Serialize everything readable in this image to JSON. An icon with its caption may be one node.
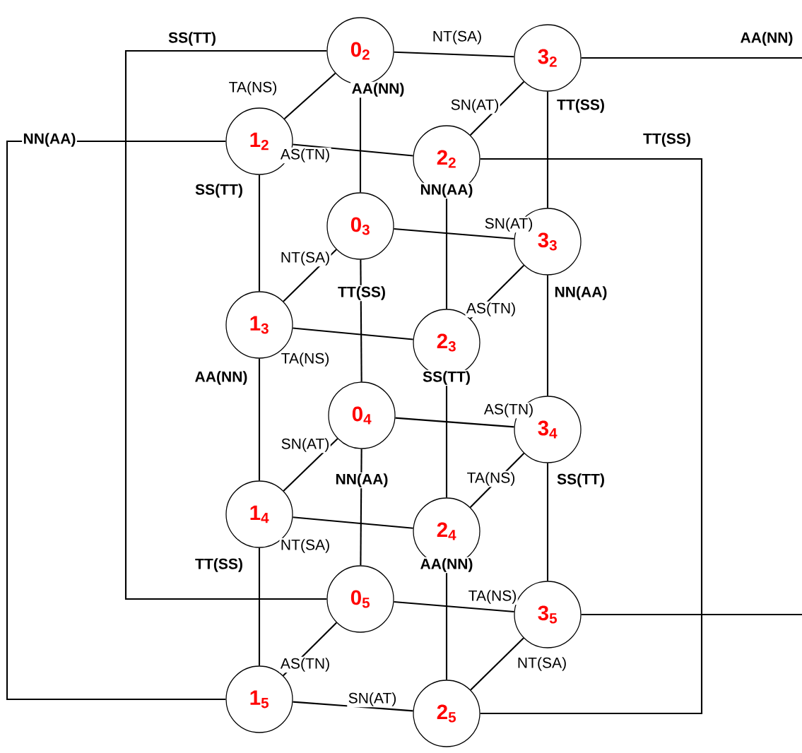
{
  "diagram": {
    "nodes": [
      {
        "text": [
          "0$_{2}$"
        ]
      },
      {
        "text": [
          "3$_{2}$"
        ]
      },
      {
        "text": [
          "1$_{2}$"
        ]
      },
      {
        "text": [
          "2$_{2}$"
        ]
      },
      {
        "text": [
          "0$_{3}$"
        ]
      },
      {
        "text": [
          "3$_{3}$"
        ]
      },
      {
        "text": [
          "1$_{3}$"
        ]
      },
      {
        "text": [
          "2$_{3}$"
        ]
      },
      {
        "text": [
          "0$_{4}$"
        ]
      },
      {
        "text": [
          "3$_{4}$"
        ]
      },
      {
        "text": [
          "1$_{4}$"
        ]
      },
      {
        "text": [
          "2$_{4}$"
        ]
      },
      {
        "text": [
          "0$_{5}$"
        ]
      },
      {
        "text": [
          "3$_{5}$"
        ]
      },
      {
        "text": [
          "1$_{5}$"
        ]
      },
      {
        "text": [
          "2$_{5}$"
        ]
      }
    ],
    "edges": [
      {
        "from": 0,
        "to": 1,
        "arrow": "none",
        "label": "NT(SA)"
      },
      {
        "from": 2,
        "to": 3,
        "arrow": "none",
        "label": "AS(TN)"
      },
      {
        "from": 4,
        "to": 5,
        "arrow": "none",
        "label": "SN(AT)"
      },
      {
        "from": 6,
        "to": 7,
        "arrow": "none",
        "label": "TA(NS)"
      },
      {
        "from": 8,
        "to": 9,
        "arrow": "none",
        "label": "AS(TN)"
      },
      {
        "from": 10,
        "to": 11,
        "arrow": "none",
        "label": "NT(SA)"
      },
      {
        "from": 12,
        "to": 13,
        "arrow": "none",
        "label": "TA(NS)"
      },
      {
        "from": 14,
        "to": 15,
        "arrow": "none",
        "label": "SN(AT)"
      },
      {
        "from": 0,
        "to": 2,
        "arrow": "none",
        "label": "TA(NS)"
      },
      {
        "from": 1,
        "to": 3,
        "arrow": "none",
        "label": "SN(AT)"
      },
      {
        "from": 4,
        "to": 6,
        "arrow": "none",
        "label": "NT(SA)"
      },
      {
        "from": 5,
        "to": 7,
        "arrow": "none",
        "label": "AS(TN)"
      },
      {
        "from": 8,
        "to": 10,
        "arrow": "none",
        "label": "SN(AT)"
      },
      {
        "from": 9,
        "to": 11,
        "arrow": "none",
        "label": "TA(NS)"
      },
      {
        "from": 12,
        "to": 14,
        "arrow": "none",
        "label": "AS(TN)"
      },
      {
        "from": 13,
        "to": 15,
        "arrow": "none",
        "label": "NT(SA)"
      },
      {
        "from": 0,
        "to": 4,
        "arrow": "none",
        "label": "AA(NN)"
      },
      {
        "from": 4,
        "to": 8,
        "arrow": "none",
        "label": "TT(SS)"
      },
      {
        "from": 8,
        "to": 12,
        "arrow": "none",
        "label": "NN(AA)"
      },
      {
        "from": 2,
        "to": 6,
        "arrow": "none",
        "label": "SS(TT)"
      },
      {
        "from": 6,
        "to": 10,
        "arrow": "none",
        "label": "AA(NN)"
      },
      {
        "from": 10,
        "to": 14,
        "arrow": "none",
        "label": "TT(SS)"
      },
      {
        "from": 3,
        "to": 7,
        "arrow": "none",
        "label": "NN(AA)"
      },
      {
        "from": 7,
        "to": 11,
        "arrow": "none",
        "label": "SS(TT)"
      },
      {
        "from": 11,
        "to": 15,
        "arrow": "none",
        "label": "AA(NN)"
      },
      {
        "from": 1,
        "to": 5,
        "arrow": "none",
        "label": "TT(SS)"
      },
      {
        "from": 5,
        "to": 9,
        "arrow": "none",
        "label": "NN(AA)"
      },
      {
        "from": 9,
        "to": 13,
        "arrow": "none",
        "label": "SS(TT)"
      },
      {
        "from": 0,
        "to": 12,
        "arrow": "none",
        "label": "SS(TT)"
      },
      {
        "from": 2,
        "to": 14,
        "arrow": "none",
        "label": "NN(AA)"
      },
      {
        "from": 3,
        "to": 15,
        "arrow": "none",
        "label": "TT(SS)"
      },
      {
        "from": 1,
        "to": null,
        "arrow": "none",
        "label": "AA(NN)"
      },
      {
        "from": 13,
        "to": null,
        "arrow": "none"
      }
    ]
  }
}
